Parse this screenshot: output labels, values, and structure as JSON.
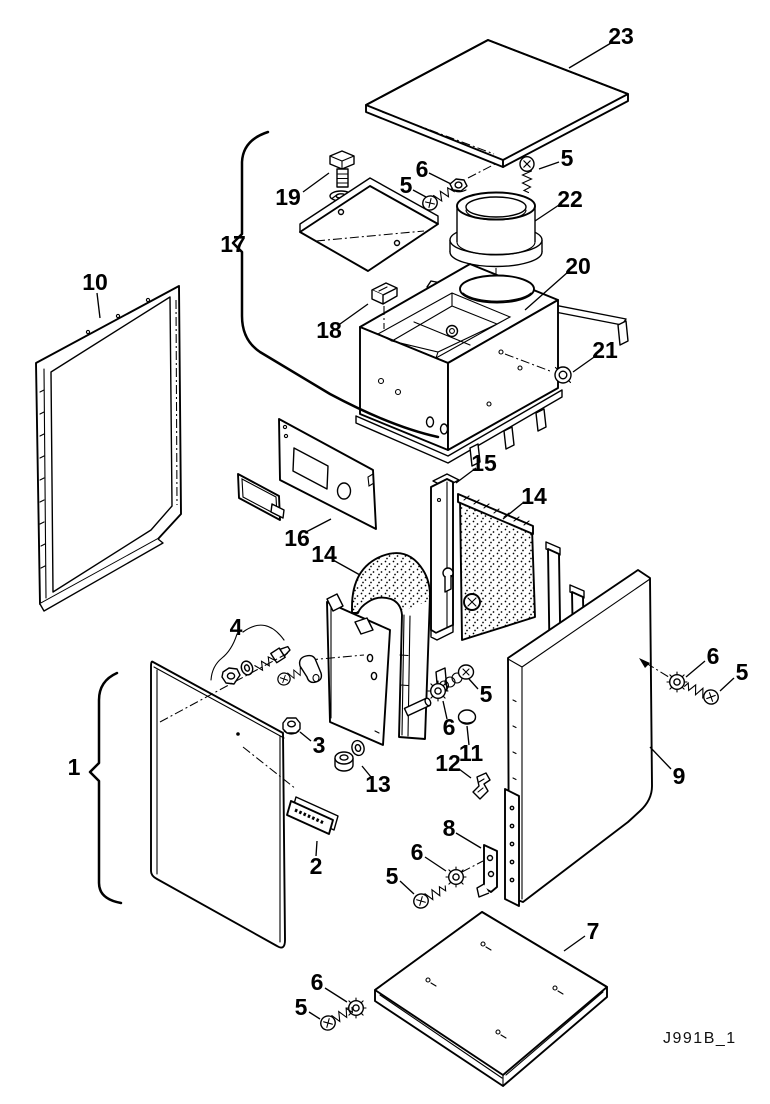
{
  "figure": {
    "code": "J991B_1"
  },
  "callouts": [
    {
      "part": "23"
    },
    {
      "part": "19"
    },
    {
      "part": "6"
    },
    {
      "part": "5"
    },
    {
      "part": "5"
    },
    {
      "part": "22"
    },
    {
      "part": "17"
    },
    {
      "part": "18"
    },
    {
      "part": "20"
    },
    {
      "part": "21"
    },
    {
      "part": "10"
    },
    {
      "part": "15"
    },
    {
      "part": "14"
    },
    {
      "part": "16"
    },
    {
      "part": "14"
    },
    {
      "part": "4"
    },
    {
      "part": "3"
    },
    {
      "part": "13"
    },
    {
      "part": "5"
    },
    {
      "part": "6"
    },
    {
      "part": "11"
    },
    {
      "part": "12"
    },
    {
      "part": "1"
    },
    {
      "part": "2"
    },
    {
      "part": "9"
    },
    {
      "part": "6"
    },
    {
      "part": "5"
    },
    {
      "part": "8"
    },
    {
      "part": "6"
    },
    {
      "part": "5"
    },
    {
      "part": "7"
    },
    {
      "part": "6"
    },
    {
      "part": "5"
    }
  ]
}
